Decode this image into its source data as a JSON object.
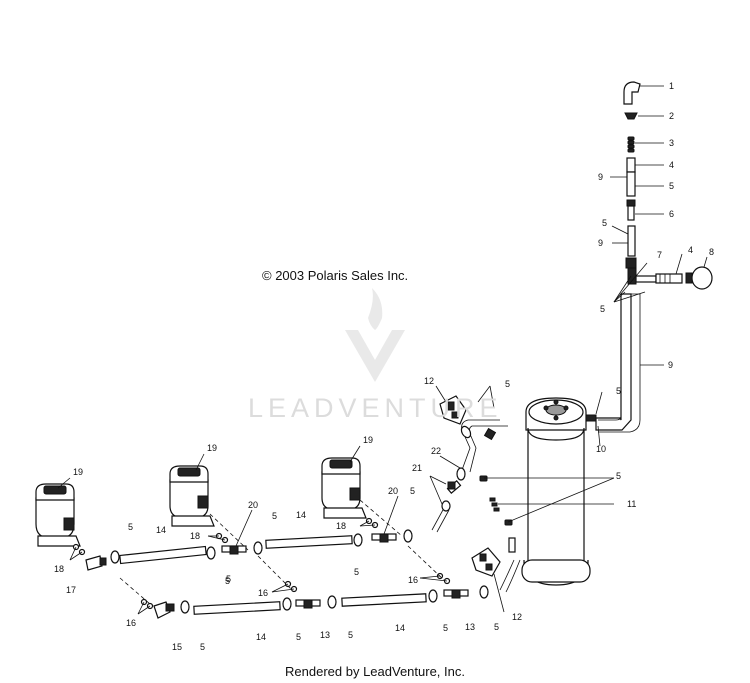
{
  "copyright": "© 2003 Polaris Sales Inc.",
  "watermark": "LEADVENTURE",
  "footer": "Rendered by LeadVenture, Inc.",
  "callouts": {
    "c1": "1",
    "c2": "2",
    "c3": "3",
    "c4a": "4",
    "c5a": "5",
    "c9a": "9",
    "c6": "6",
    "c5b": "5",
    "c9b": "9",
    "c7": "7",
    "c4b": "4",
    "c8": "8",
    "c5c": "5",
    "c9c": "9",
    "c5d": "5",
    "c10": "10",
    "c11": "11",
    "c5e": "5",
    "c12a": "12",
    "c5f": "5",
    "c22": "22",
    "c21": "21",
    "c19a": "19",
    "c19b": "19",
    "c19c": "19",
    "c20a": "20",
    "c20b": "20",
    "c5g": "5",
    "c5h": "5",
    "c18a": "18",
    "c18b": "18",
    "c18c": "18",
    "c14a": "14",
    "c14b": "14",
    "c14c": "14",
    "c14d": "14",
    "c5i": "5",
    "c5j": "5",
    "c5k": "5",
    "c17": "17",
    "c16a": "16",
    "c16b": "16",
    "c16c": "16",
    "c13a": "13",
    "c13b": "13",
    "c15": "15",
    "c5l": "5",
    "c5m": "5",
    "c5n": "5",
    "c5o": "5",
    "c5p": "5",
    "c5q": "5",
    "c12b": "12"
  }
}
